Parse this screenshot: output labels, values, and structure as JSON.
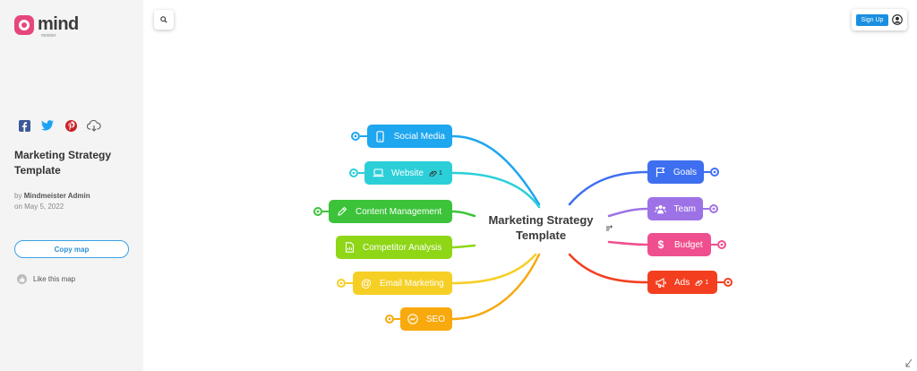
{
  "app": {
    "logo_text": "mind",
    "logo_subtext": "meister"
  },
  "sidebar": {
    "share_icons": [
      "facebook-icon",
      "twitter-icon",
      "pinterest-icon",
      "download-icon"
    ],
    "title": "Marketing Strategy Template",
    "author_prefix": "by",
    "author": "Mindmeister Admin",
    "date": "on May 5, 2022",
    "copy_label": "Copy map",
    "like_label": "Like this map"
  },
  "toolbar": {
    "signup_label": "Sign Up"
  },
  "map": {
    "center": "Marketing Strategy Template",
    "left_nodes": [
      {
        "label": "Social Media",
        "icon": "phone-icon",
        "color": "#1ea6ef"
      },
      {
        "label": "Website",
        "icon": "laptop-icon",
        "color": "#2ccfd8",
        "attachments": "1"
      },
      {
        "label": "Content Management",
        "icon": "pencil-icon",
        "color": "#3cc33a"
      },
      {
        "label": "Competitor Analysis",
        "icon": "chart-icon",
        "color": "#8ed616"
      },
      {
        "label": "Email Marketing",
        "icon": "at-icon",
        "color": "#f6cf25"
      },
      {
        "label": "SEO",
        "icon": "trend-icon",
        "color": "#f8a90d"
      }
    ],
    "right_nodes": [
      {
        "label": "Goals",
        "icon": "flag-icon",
        "color": "#3e6ff0"
      },
      {
        "label": "Team",
        "icon": "team-icon",
        "color": "#9d72e6"
      },
      {
        "label": "Budget",
        "icon": "dollar-icon",
        "color": "#ef4f8f"
      },
      {
        "label": "Ads",
        "icon": "megaphone-icon",
        "color": "#f33f20",
        "attachments": "1"
      }
    ]
  }
}
